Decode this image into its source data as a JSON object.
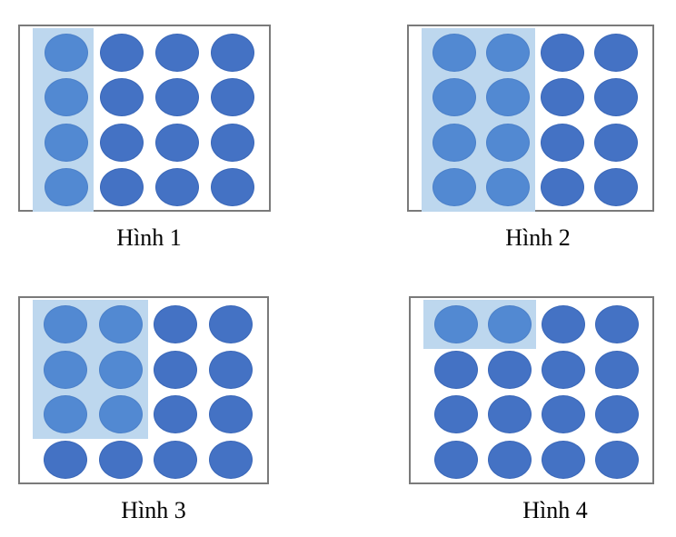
{
  "figures": [
    {
      "label": "Hình 1",
      "rows": 4,
      "cols": 4,
      "total_dots": 16,
      "highlight": {
        "row_start": 1,
        "col_start": 1,
        "row_span": 4,
        "col_span": 1,
        "dots_highlighted": 4
      }
    },
    {
      "label": "Hình 2",
      "rows": 4,
      "cols": 4,
      "total_dots": 16,
      "highlight": {
        "row_start": 1,
        "col_start": 1,
        "row_span": 4,
        "col_span": 2,
        "dots_highlighted": 8
      }
    },
    {
      "label": "Hình 3",
      "rows": 4,
      "cols": 4,
      "total_dots": 16,
      "highlight": {
        "row_start": 1,
        "col_start": 1,
        "row_span": 3,
        "col_span": 2,
        "dots_highlighted": 6
      }
    },
    {
      "label": "Hình 4",
      "rows": 4,
      "cols": 4,
      "total_dots": 16,
      "highlight": {
        "row_start": 1,
        "col_start": 1,
        "row_span": 1,
        "col_span": 2,
        "dots_highlighted": 2
      }
    }
  ],
  "colors": {
    "page_background": "#ffffff",
    "box_border": "#7a7a7a",
    "highlight_background": "#bdd7ee",
    "dot_fill": "#4472c4",
    "dot_border": "#3a67b8",
    "dot_highlighted_fill": "#5289d2",
    "dot_highlighted_border": "#4b80c9",
    "caption_text": "#000000"
  }
}
